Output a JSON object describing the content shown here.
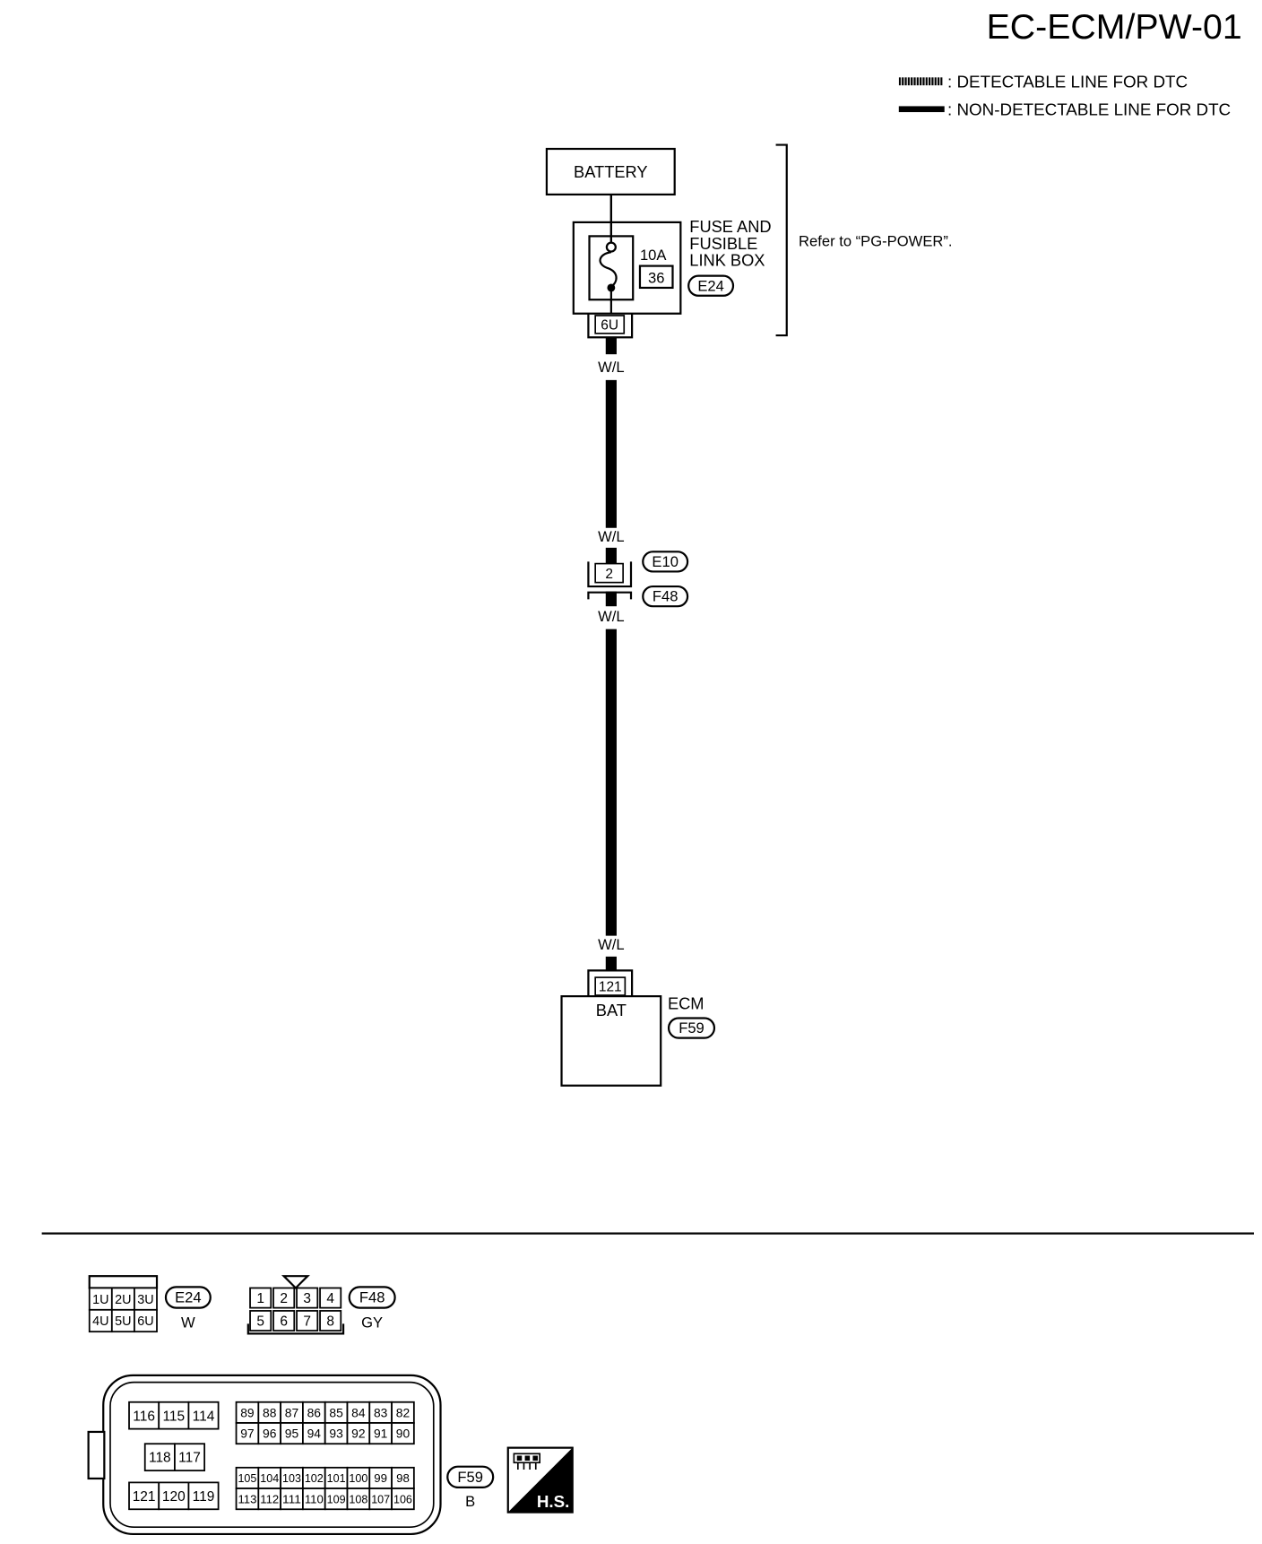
{
  "header": {
    "title": "EC-ECM/PW-01"
  },
  "legend": {
    "detectable": ": DETECTABLE LINE FOR DTC",
    "non_detectable": ": NON-DETECTABLE LINE FOR DTC"
  },
  "circuit": {
    "battery": "BATTERY",
    "fuse_box": {
      "name_lines": [
        "FUSE AND",
        "FUSIBLE",
        "LINK BOX"
      ],
      "fuse_rating": "10A",
      "fuse_number": "36",
      "connector": "E24",
      "terminal": "6U"
    },
    "reference_note": "Refer to “PG-POWER”.",
    "wire_colors": [
      "W/L",
      "W/L",
      "W/L",
      "W/L"
    ],
    "joint": {
      "terminal": "2",
      "upper_connector": "E10",
      "lower_connector": "F48"
    },
    "ecm": {
      "name": "ECM",
      "connector": "F59",
      "terminal": "121",
      "terminal_name": "BAT"
    }
  },
  "connector_views": {
    "e24": {
      "id": "E24",
      "color": "W",
      "rows": [
        [
          "1U",
          "2U",
          "3U"
        ],
        [
          "4U",
          "5U",
          "6U"
        ]
      ]
    },
    "f48": {
      "id": "F48",
      "color": "GY",
      "rows": [
        [
          "1",
          "2",
          "3",
          "4"
        ],
        [
          "5",
          "6",
          "7",
          "8"
        ]
      ]
    },
    "f59": {
      "id": "F59",
      "color": "B",
      "left_top": [
        "116",
        "115",
        "114"
      ],
      "left_middle": [
        "118",
        "117"
      ],
      "left_bottom": [
        "121",
        "120",
        "119"
      ],
      "right_upper": [
        [
          "89",
          "88",
          "87",
          "86",
          "85",
          "84",
          "83",
          "82"
        ],
        [
          "97",
          "96",
          "95",
          "94",
          "93",
          "92",
          "91",
          "90"
        ]
      ],
      "right_lower": [
        [
          "105",
          "104",
          "103",
          "102",
          "101",
          "100",
          "99",
          "98"
        ],
        [
          "113",
          "112",
          "111",
          "110",
          "109",
          "108",
          "107",
          "106"
        ]
      ]
    },
    "hs_badge": {
      "label": "H.S.",
      "icon": "harness-side-connector-icon"
    }
  },
  "colors": {
    "line": "#000000",
    "background": "#ffffff",
    "badge_fill": "#000000"
  }
}
